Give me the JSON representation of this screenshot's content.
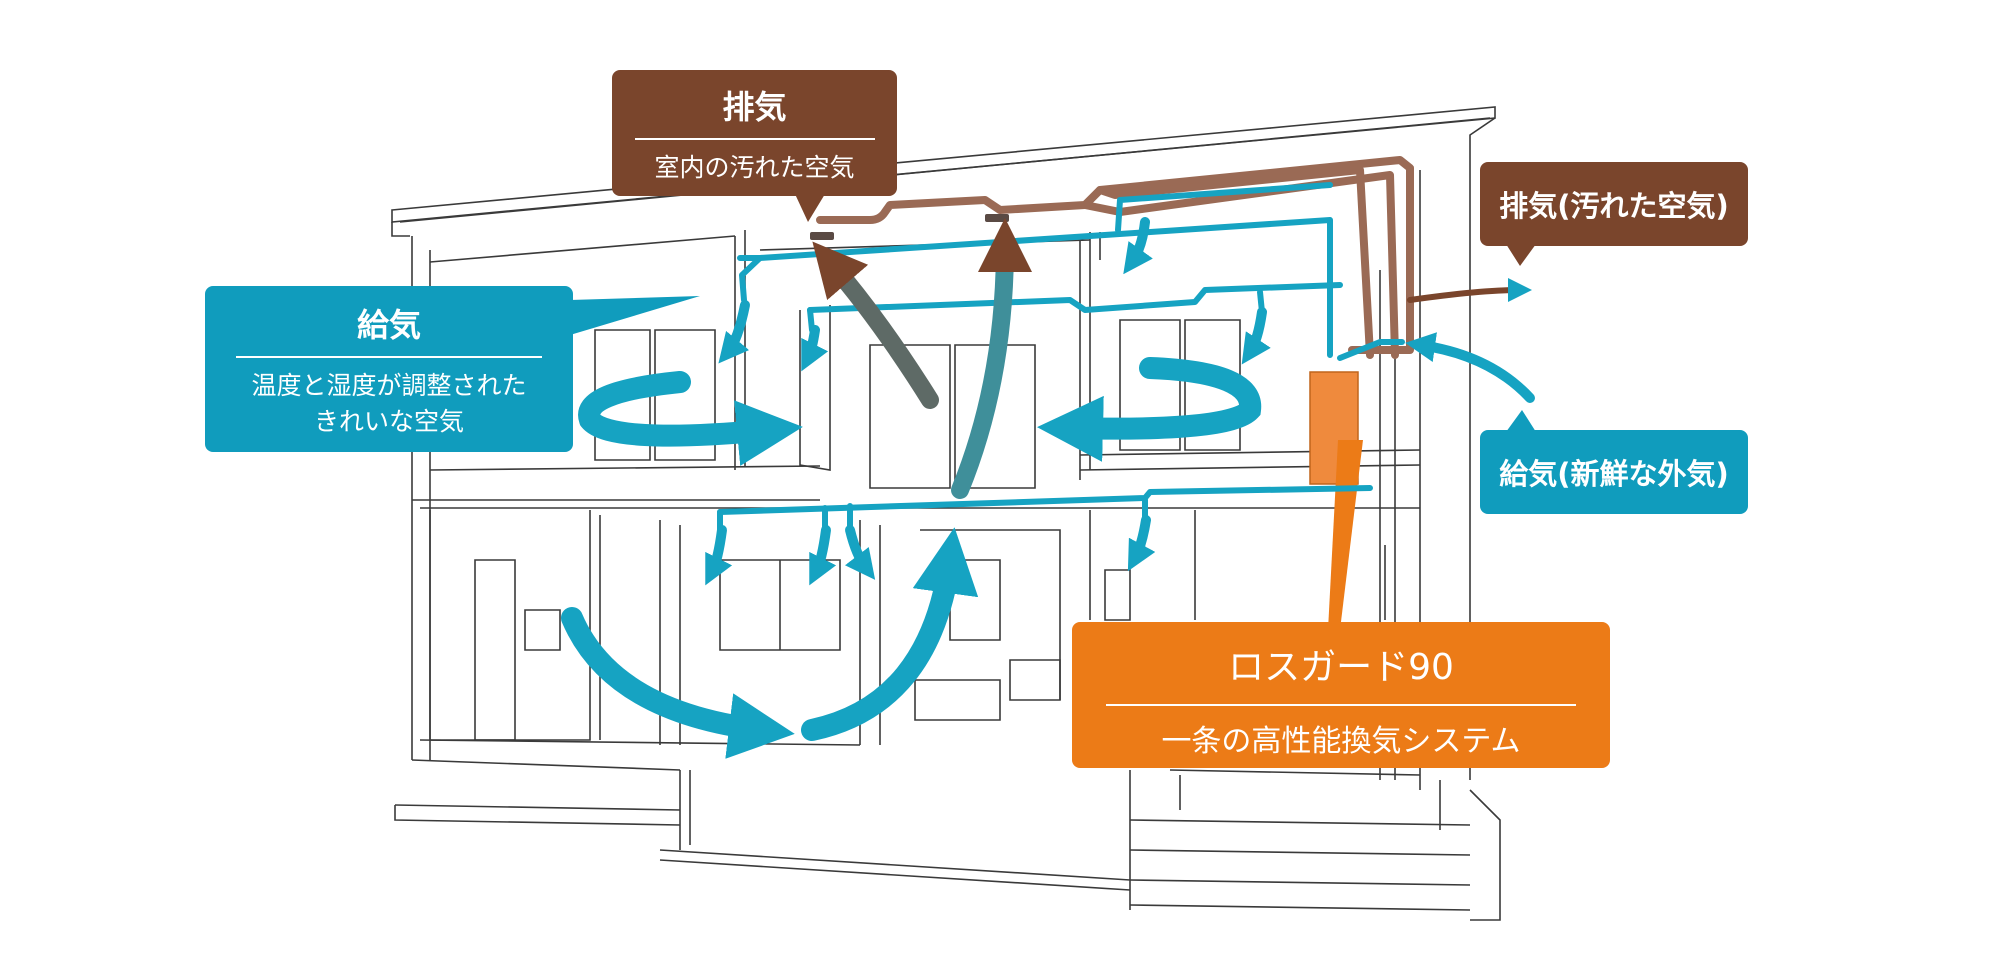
{
  "callouts": {
    "exhaust_room": {
      "title": "排気",
      "subtitle": "室内の汚れた空気"
    },
    "supply_room": {
      "title": "給気",
      "subtitle_line1": "温度と湿度が調整された",
      "subtitle_line2": "きれいな空気"
    },
    "exhaust_outside": {
      "title": "排気(汚れた空気)"
    },
    "supply_outside": {
      "title": "給気(新鮮な外気)"
    },
    "device": {
      "title": "ロスガード90",
      "subtitle": "一条の高性能換気システム"
    }
  },
  "colors": {
    "exhaust": "#7a452c",
    "supply": "#109cbd",
    "device": "#ec7b17",
    "line": "#3a3a3a"
  }
}
